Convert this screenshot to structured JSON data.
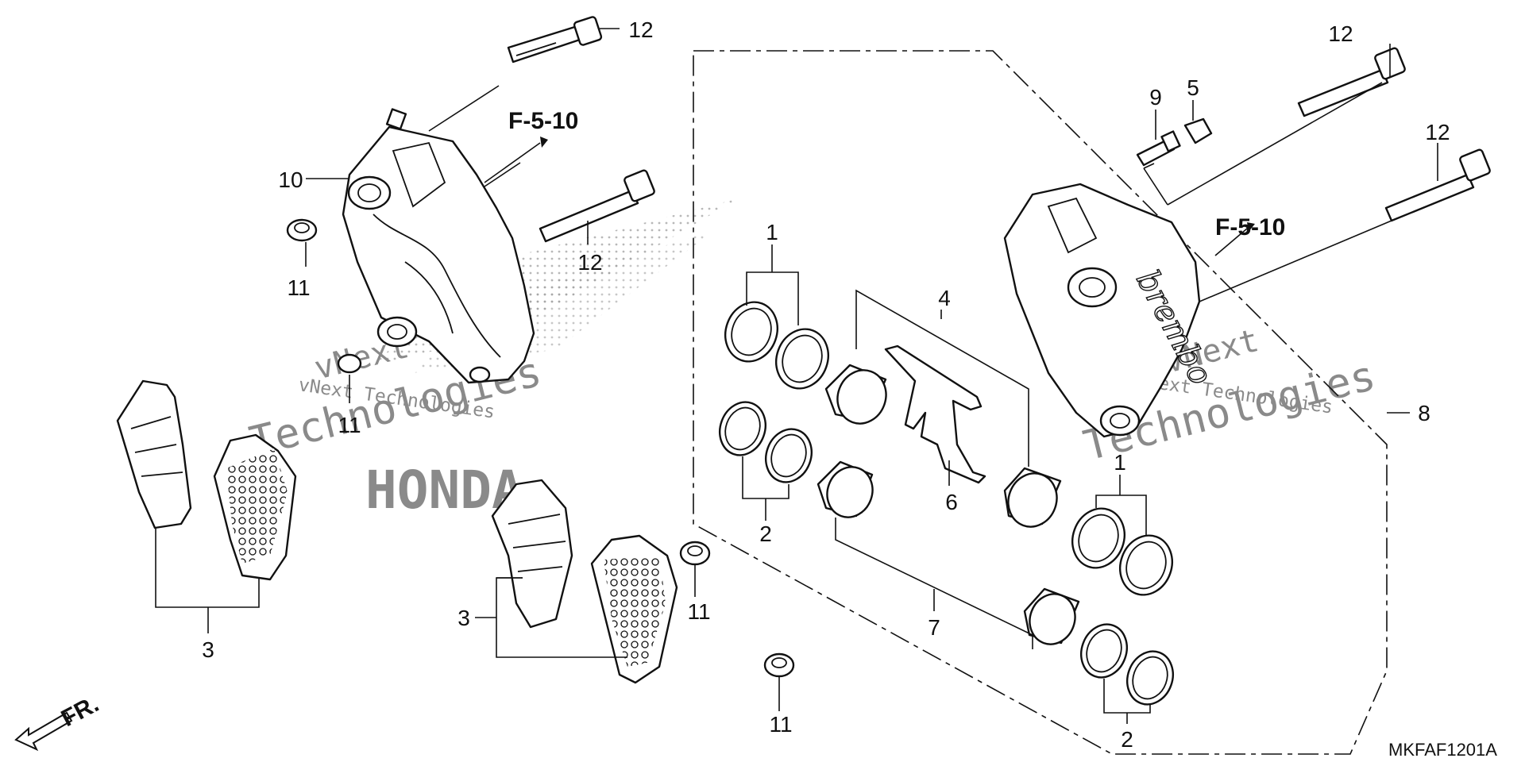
{
  "callouts": {
    "c1a": "1",
    "c1b": "1",
    "c2a": "2",
    "c2b": "2",
    "c3a": "3",
    "c3b": "3",
    "c4": "4",
    "c5": "5",
    "c6": "6",
    "c7": "7",
    "c8": "8",
    "c9": "9",
    "c10": "10",
    "c11a": "11",
    "c11b": "11",
    "c11c": "11",
    "c11d": "11",
    "c12a": "12",
    "c12b": "12",
    "c12c": "12",
    "c12d": "12"
  },
  "references": {
    "left": "F-5-10",
    "right": "F-5-10"
  },
  "direction_label": "FR.",
  "diagram_code": "MKFAF1201A",
  "caliper_brand": "brembo",
  "watermark": {
    "brand": "HONDA",
    "line1": "vNext Technologies",
    "line2a": "vNext",
    "line2b": "Technologies"
  }
}
